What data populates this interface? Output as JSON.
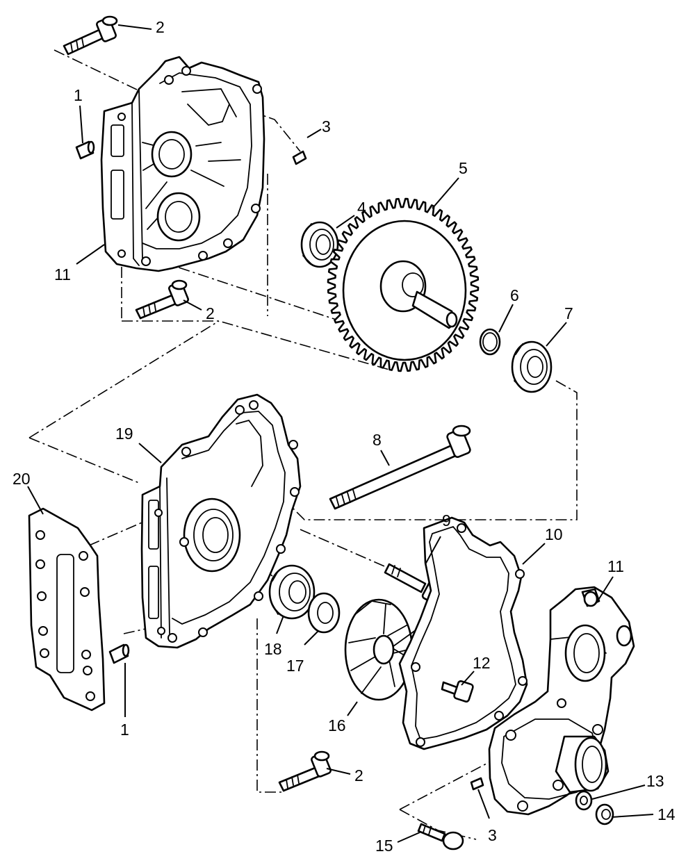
{
  "callouts": {
    "c2_top": "2",
    "c1_top": "1",
    "c3_top": "3",
    "c11_left": "11",
    "c2_mid": "2",
    "c5": "5",
    "c4": "4",
    "c6": "6",
    "c7": "7",
    "c8": "8",
    "c19": "19",
    "c20": "20",
    "c9": "9",
    "c10": "10",
    "c11_right": "11",
    "c18": "18",
    "c17": "17",
    "c12": "12",
    "c16": "16",
    "c1_bottom": "1",
    "c2_bottom": "2",
    "c13": "13",
    "c14": "14",
    "c3_bottom": "3",
    "c15": "15"
  }
}
